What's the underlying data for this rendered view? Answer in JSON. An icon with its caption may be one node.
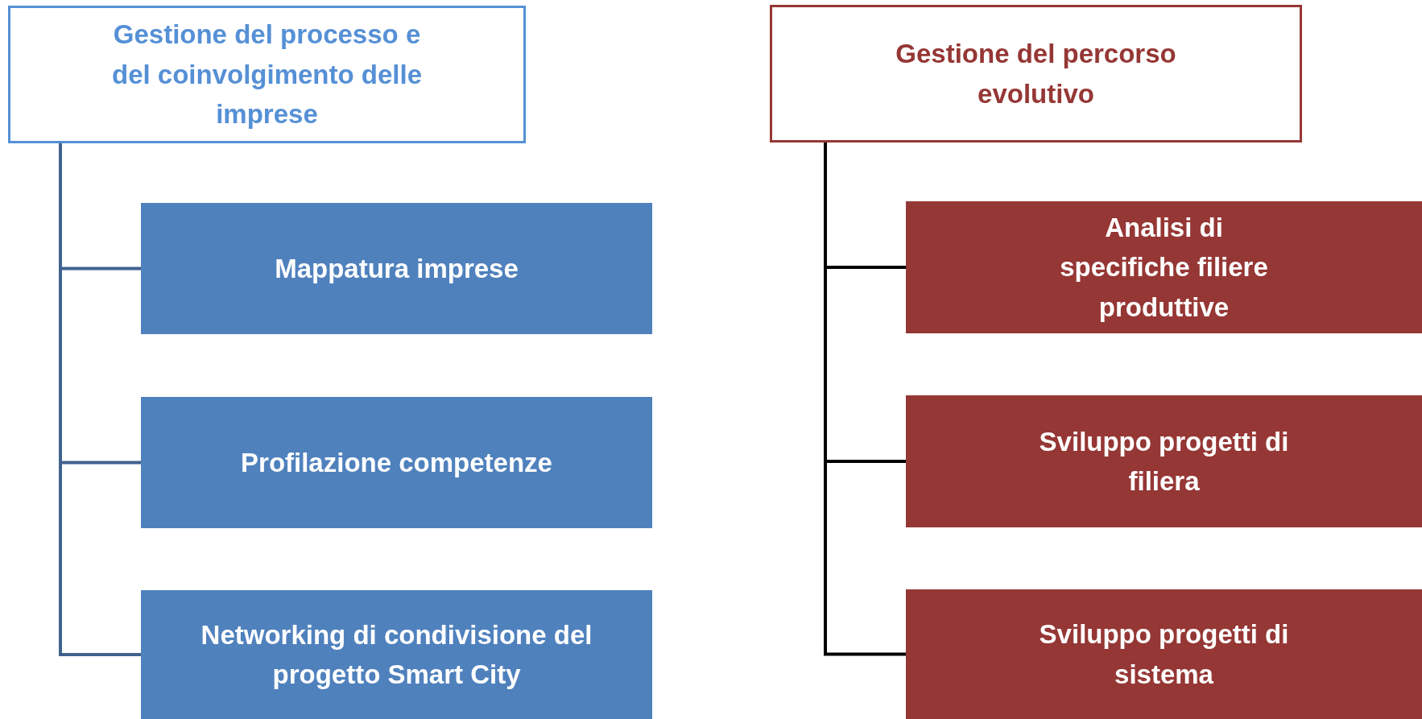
{
  "diagram": {
    "nodes": [
      {
        "text": [
          "Gestione del processo e del coinvolgimento delle imprese"
        ]
      },
      {
        "text": [
          "Mappatura imprese"
        ]
      },
      {
        "text": [
          "Profilazione competenze"
        ]
      },
      {
        "text": [
          "Networking di condivisione del progetto Smart City"
        ]
      },
      {
        "text": [
          "Gestione del percorso evolutivo"
        ]
      },
      {
        "text": [
          "Analisi di specifiche filiere produttive"
        ]
      },
      {
        "text": [
          "Sviluppo progetti di filiera"
        ]
      },
      {
        "text": [
          "Sviluppo progetti di sistema"
        ]
      }
    ],
    "edges": [
      {
        "from": 0,
        "to": 1,
        "arrow": "none",
        "color": "#41628f"
      },
      {
        "from": 0,
        "to": 2,
        "arrow": "none",
        "color": "#41628f"
      },
      {
        "from": 0,
        "to": 3,
        "arrow": "none",
        "color": "#41628f"
      },
      {
        "from": 4,
        "to": 5,
        "arrow": "none",
        "color": "#000000"
      },
      {
        "from": 4,
        "to": 6,
        "arrow": "none",
        "color": "#000000"
      },
      {
        "from": 4,
        "to": 7,
        "arrow": "none",
        "color": "#000000"
      }
    ]
  }
}
